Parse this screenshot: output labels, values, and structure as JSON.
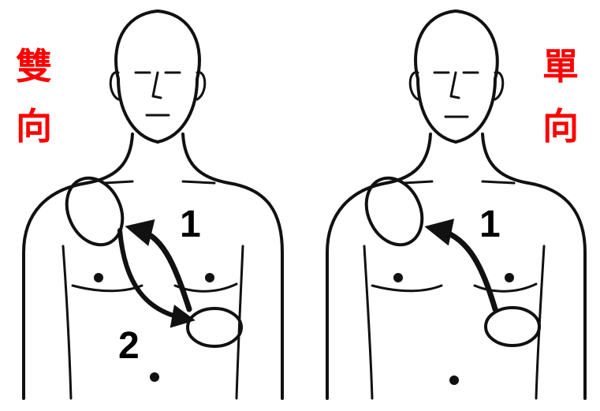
{
  "panels": [
    {
      "title_chars": [
        "雙",
        "向"
      ],
      "arrow_labels": [
        "1",
        "2"
      ]
    },
    {
      "title_chars": [
        "單",
        "向"
      ],
      "arrow_labels": [
        "1"
      ]
    }
  ],
  "colors": {
    "title": "#ff0000",
    "ink": "#111111"
  }
}
